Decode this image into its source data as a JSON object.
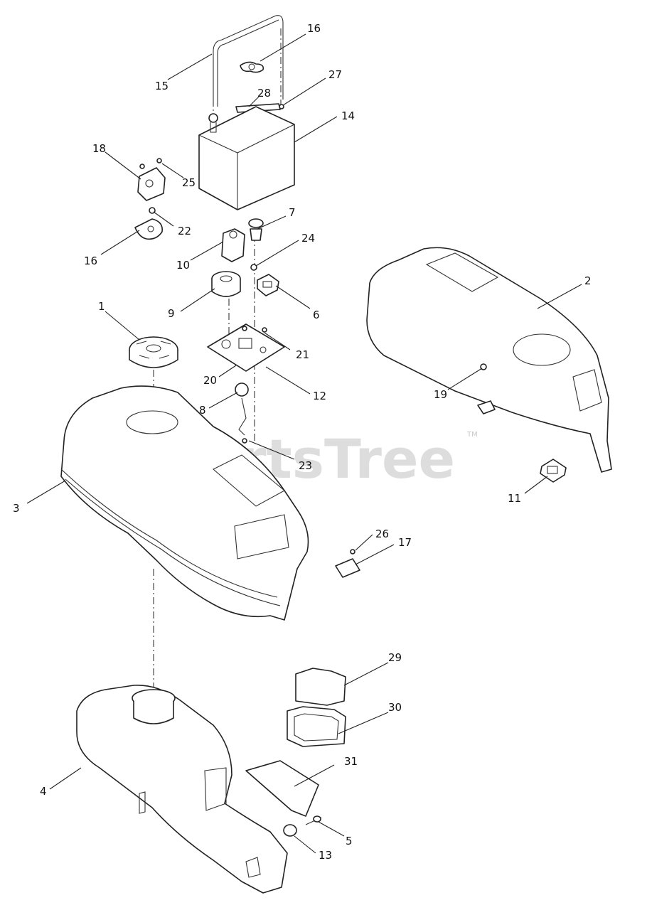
{
  "watermark": {
    "text": "PartsTree",
    "trademark": "TM"
  },
  "callouts": [
    "1",
    "2",
    "3",
    "4",
    "5",
    "6",
    "7",
    "8",
    "9",
    "10",
    "11",
    "12",
    "13",
    "14",
    "15",
    "16",
    "16",
    "17",
    "18",
    "19",
    "20",
    "21",
    "22",
    "23",
    "24",
    "25",
    "26",
    "27",
    "28",
    "29",
    "30",
    "31"
  ]
}
